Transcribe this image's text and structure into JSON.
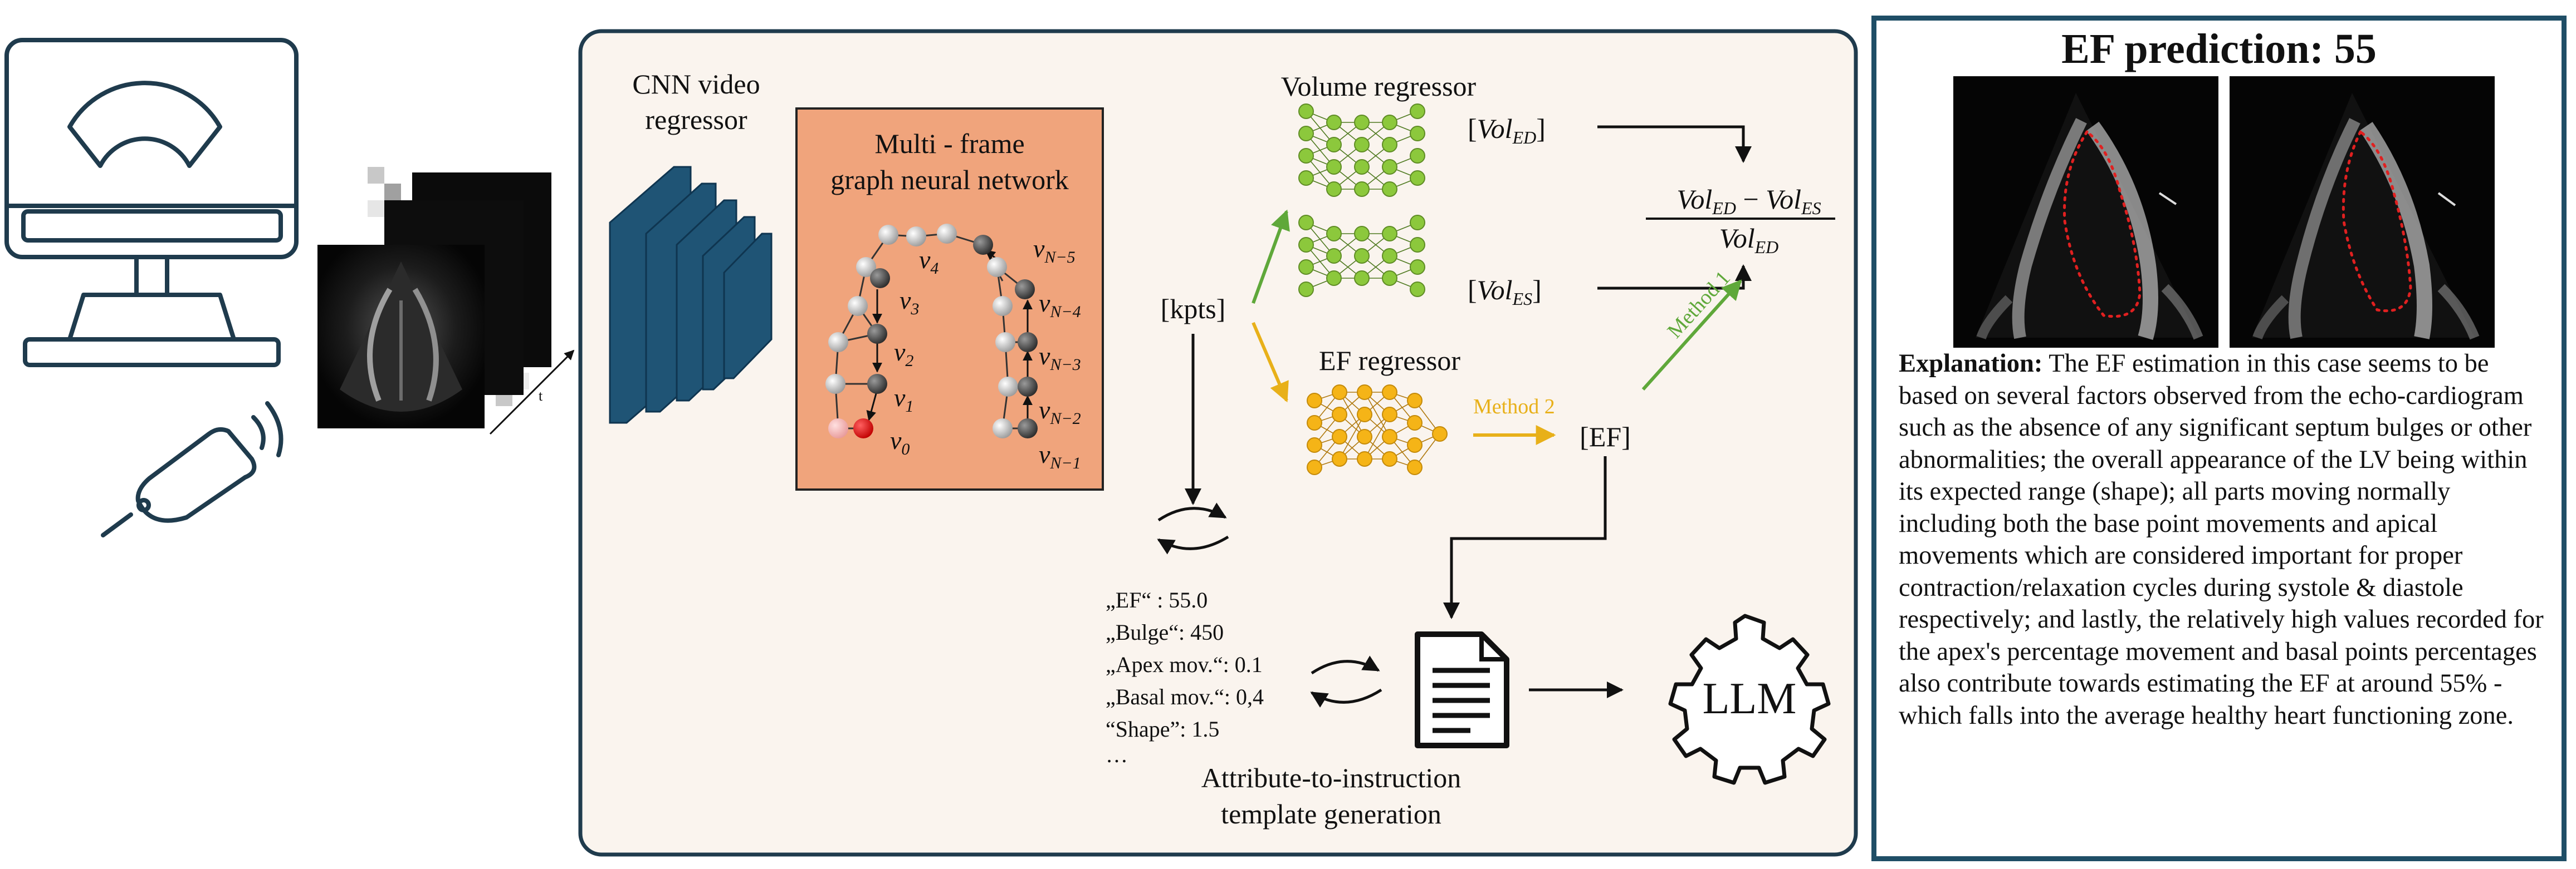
{
  "pipeline": {
    "cnn_label_line1": "CNN video",
    "cnn_label_line2": "regressor",
    "gnn_title_line1": "Multi - frame",
    "gnn_title_line2": "graph neural network",
    "video_axis_label": "t",
    "kpts_label": "[kpts]",
    "volume_regressor_label": "Volume regressor",
    "vol_ed_label": "[Vol_ED]",
    "vol_es_label": "[Vol_ES]",
    "ef_formula_numerator": "Vol_ED − Vol_ES",
    "ef_formula_denominator": "Vol_ED",
    "ef_regressor_label": "EF regressor",
    "method1_label": "Method 1",
    "method2_label": "Method 2",
    "ef_output_label": "[EF]",
    "attributes": [
      "„EF“ : 55.0",
      "„Bulge“: 450",
      "„Apex mov.“: 0.1",
      "„Basal mov.“: 0,4",
      "“Shape”: 1.5",
      "…"
    ],
    "template_label_line1": "Attribute-to-instruction",
    "template_label_line2": "template generation",
    "llm_label": "LLM"
  },
  "graph_nodes_left": [
    "v0",
    "v1",
    "v2",
    "v3",
    "v4"
  ],
  "graph_nodes_right": [
    "vN-5",
    "vN-4",
    "vN-3",
    "vN-2",
    "vN-1"
  ],
  "ef_panel": {
    "title": "EF prediction: 55",
    "explanation_label": "Explanation:",
    "explanation_text": " The EF estimation in this case seems to be based on several factors observed from the echo-cardiogram such as the absence of any significant septum bulges or other abnormalities; the overall appearance of the LV being within its expected range (shape); all parts moving normally including both the base point movements and apical movements which are considered important for proper contraction/relaxation cycles during systole & diastole respectively; and lastly, the relatively high values recorded for the apex's percentage movement and basal points percentages also contribute towards estimating the EF at around 55% - which falls into the average healthy heart functioning zone."
  },
  "colors": {
    "panel_border": "#1f3b4d",
    "panel_fill": "#faf4ee",
    "gnn_box_fill": "#f0a47c",
    "cnn_block": "#1f5475",
    "volume_net_green": "#8cc83c",
    "ef_net_orange": "#f5b417",
    "method1_green": "#5fa83a",
    "method2_orange": "#e8b019",
    "ef_panel_border": "#1f4e66"
  }
}
